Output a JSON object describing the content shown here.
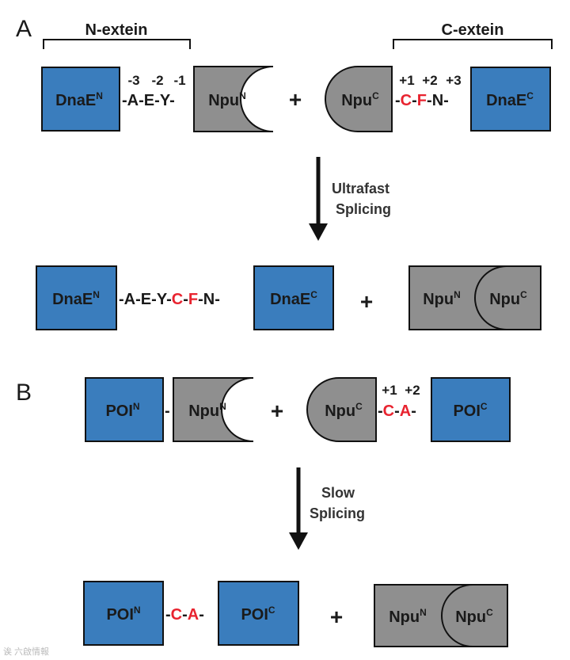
{
  "colors": {
    "blue": "#3a7dbd",
    "gray": "#8f8f8f",
    "red": "#e8232f",
    "stroke": "#111111"
  },
  "panel_a": {
    "label": "A",
    "brace_n": "N-extein",
    "brace_c": "C-extein",
    "dnae_n": "DnaE",
    "dnae_n_sup": "N",
    "dnae_c": "DnaE",
    "dnae_c_sup": "C",
    "npu_n": "Npu",
    "npu_n_sup": "N",
    "npu_c": "Npu",
    "npu_c_sup": "C",
    "pos_minus3": "-3",
    "pos_minus2": "-2",
    "pos_minus1": "-1",
    "pos_plus1": "+1",
    "pos_plus2": "+2",
    "pos_plus3": "+3",
    "n_seq": [
      "-",
      "A",
      "-",
      "E",
      "-",
      "Y",
      "-"
    ],
    "c_seq": [
      "-",
      "C",
      "-",
      "F",
      "-",
      "N",
      "-"
    ],
    "plus": "+",
    "arrow_line1": "Ultrafast",
    "arrow_line2": "Splicing",
    "product_seq": [
      "-",
      "A",
      "-",
      "E",
      "-",
      "Y",
      "-",
      "C",
      "-",
      "F",
      "-",
      "N",
      "-"
    ]
  },
  "panel_b": {
    "label": "B",
    "poi_n": "POI",
    "poi_n_sup": "N",
    "poi_c": "POI",
    "poi_c_sup": "C",
    "npu_n": "Npu",
    "npu_n_sup": "N",
    "npu_c": "Npu",
    "npu_c_sup": "C",
    "link": "-",
    "pos_plus1": "+1",
    "pos_plus2": "+2",
    "c_seq": [
      "-",
      "C",
      "-",
      "A",
      "-"
    ],
    "plus": "+",
    "arrow_line1": "Slow",
    "arrow_line2": "Splicing",
    "product_seq": [
      "-",
      "C",
      "-",
      "A",
      "-"
    ]
  },
  "watermark": "诶 六啟情報"
}
